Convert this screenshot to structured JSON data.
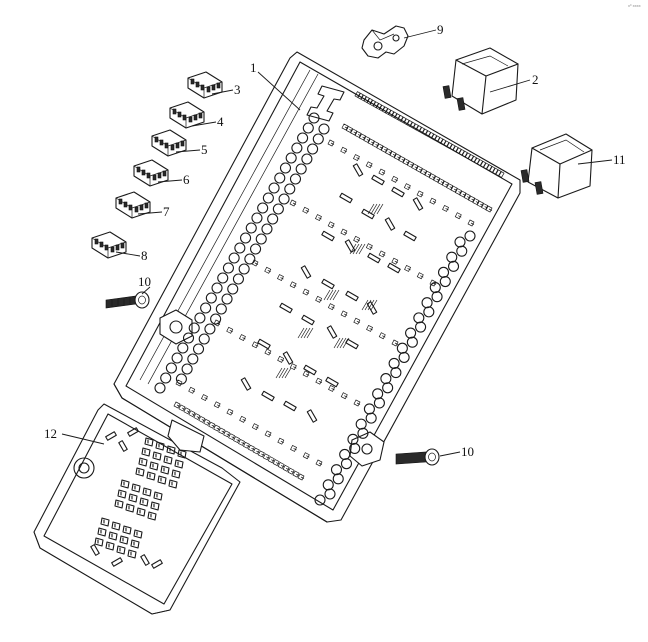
{
  "corner_mark": "xº xxxx",
  "callouts": [
    {
      "id": "c1",
      "text": "1"
    },
    {
      "id": "c2",
      "text": "2"
    },
    {
      "id": "c3",
      "text": "3"
    },
    {
      "id": "c4",
      "text": "4"
    },
    {
      "id": "c5",
      "text": "5"
    },
    {
      "id": "c6",
      "text": "6"
    },
    {
      "id": "c7",
      "text": "7"
    },
    {
      "id": "c8",
      "text": "8"
    },
    {
      "id": "c9",
      "text": "9"
    },
    {
      "id": "c10a",
      "text": "10"
    },
    {
      "id": "c10b",
      "text": "10"
    },
    {
      "id": "c11",
      "text": "11"
    },
    {
      "id": "c12",
      "text": "12"
    }
  ]
}
